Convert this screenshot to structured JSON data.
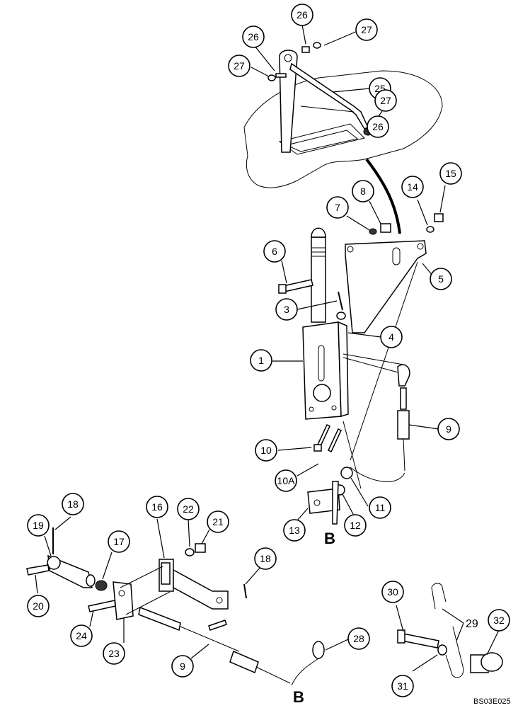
{
  "callouts": [
    {
      "id": "c26a",
      "label": "26"
    },
    {
      "id": "c27a",
      "label": "27"
    },
    {
      "id": "c26b",
      "label": "26"
    },
    {
      "id": "c27b",
      "label": "27"
    },
    {
      "id": "c25",
      "label": "25"
    },
    {
      "id": "c27c",
      "label": "27"
    },
    {
      "id": "c26c",
      "label": "26"
    },
    {
      "id": "c8",
      "label": "8"
    },
    {
      "id": "c7",
      "label": "7"
    },
    {
      "id": "c14",
      "label": "14"
    },
    {
      "id": "c15",
      "label": "15"
    },
    {
      "id": "c6",
      "label": "6"
    },
    {
      "id": "c5",
      "label": "5"
    },
    {
      "id": "c3",
      "label": "3"
    },
    {
      "id": "c4",
      "label": "4"
    },
    {
      "id": "c1",
      "label": "1"
    },
    {
      "id": "c9a",
      "label": "9"
    },
    {
      "id": "c10",
      "label": "10"
    },
    {
      "id": "c10A",
      "label": "10A"
    },
    {
      "id": "c11",
      "label": "11"
    },
    {
      "id": "c12",
      "label": "12"
    },
    {
      "id": "c13",
      "label": "13"
    },
    {
      "id": "c18a",
      "label": "18"
    },
    {
      "id": "c19",
      "label": "19"
    },
    {
      "id": "c16",
      "label": "16"
    },
    {
      "id": "c22",
      "label": "22"
    },
    {
      "id": "c21",
      "label": "21"
    },
    {
      "id": "c17",
      "label": "17"
    },
    {
      "id": "c18b",
      "label": "18"
    },
    {
      "id": "c20",
      "label": "20"
    },
    {
      "id": "c24",
      "label": "24"
    },
    {
      "id": "c23",
      "label": "23"
    },
    {
      "id": "c9b",
      "label": "9"
    },
    {
      "id": "c28",
      "label": "28"
    },
    {
      "id": "c30",
      "label": "30"
    },
    {
      "id": "c32",
      "label": "32"
    },
    {
      "id": "c31",
      "label": "31"
    }
  ],
  "plain_labels": {
    "p29": "29"
  },
  "section_labels": {
    "b_upper": "B",
    "b_lower": "B"
  },
  "figure_code": "BS03E025"
}
